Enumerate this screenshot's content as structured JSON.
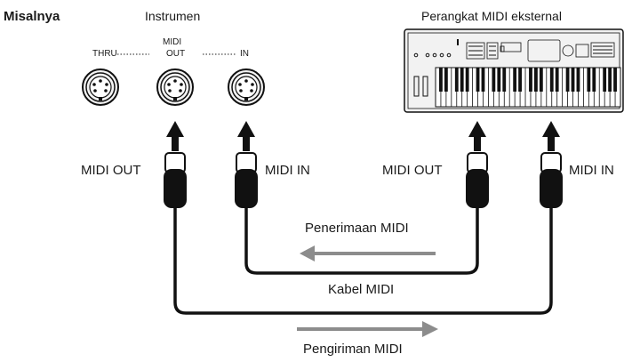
{
  "heading": "Misalnya",
  "instrument_label": "Instrumen",
  "external_label": "Perangkat MIDI eksternal",
  "ports": {
    "group": "MIDI",
    "thru": "THRU",
    "out": "OUT",
    "in": "IN"
  },
  "cables": {
    "instrument_out": "MIDI OUT",
    "instrument_in": "MIDI IN",
    "external_out": "MIDI OUT",
    "external_in": "MIDI IN"
  },
  "receive_label": "Penerimaan MIDI",
  "cable_label": "Kabel MIDI",
  "send_label": "Pengiriman MIDI",
  "colors": {
    "line": "#111111",
    "arrow_gray": "#8c8c8c",
    "panel": "#f2f2f2"
  }
}
